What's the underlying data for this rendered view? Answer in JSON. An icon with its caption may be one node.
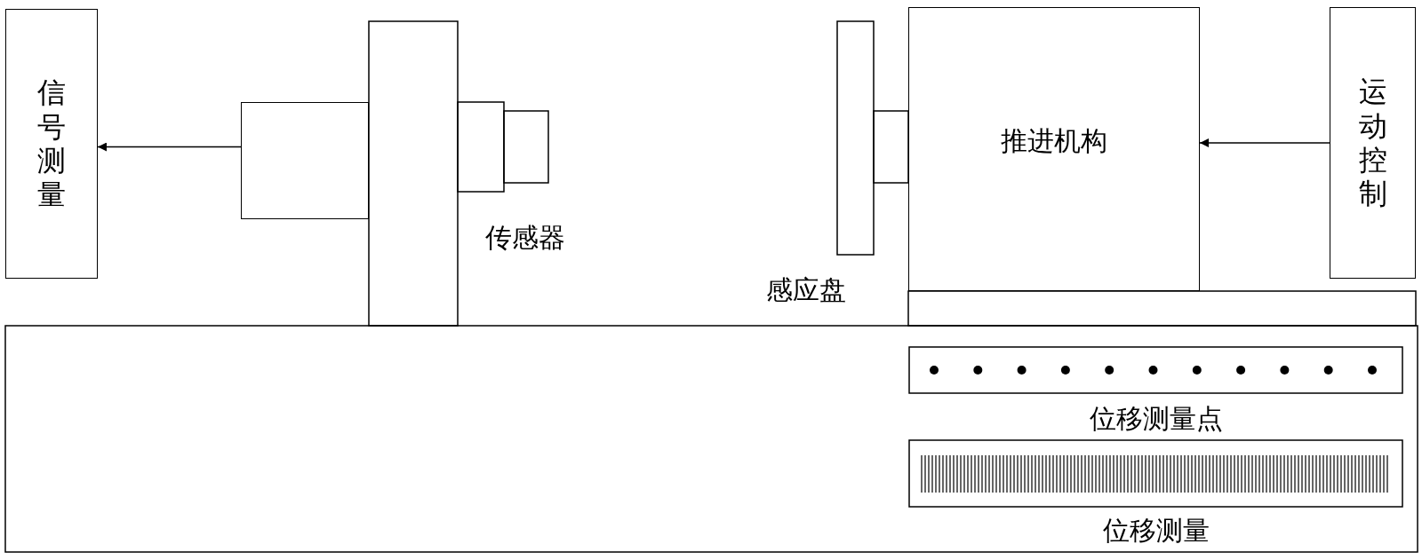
{
  "diagram": {
    "nodes": [
      {
        "text": [
          "信号测量"
        ]
      },
      {
        "text": [],
        "shape": "box"
      },
      {
        "text": [
          "推进机构"
        ]
      },
      {
        "text": [
          "运动控制"
        ]
      }
    ],
    "edges": [
      {
        "from": 1,
        "to": 0,
        "arrow": "to"
      },
      {
        "from": 3,
        "to": 2,
        "arrow": "to"
      }
    ],
    "labels": [
      "传感器",
      "感应盘",
      "位移测量点",
      "位移测量"
    ]
  }
}
